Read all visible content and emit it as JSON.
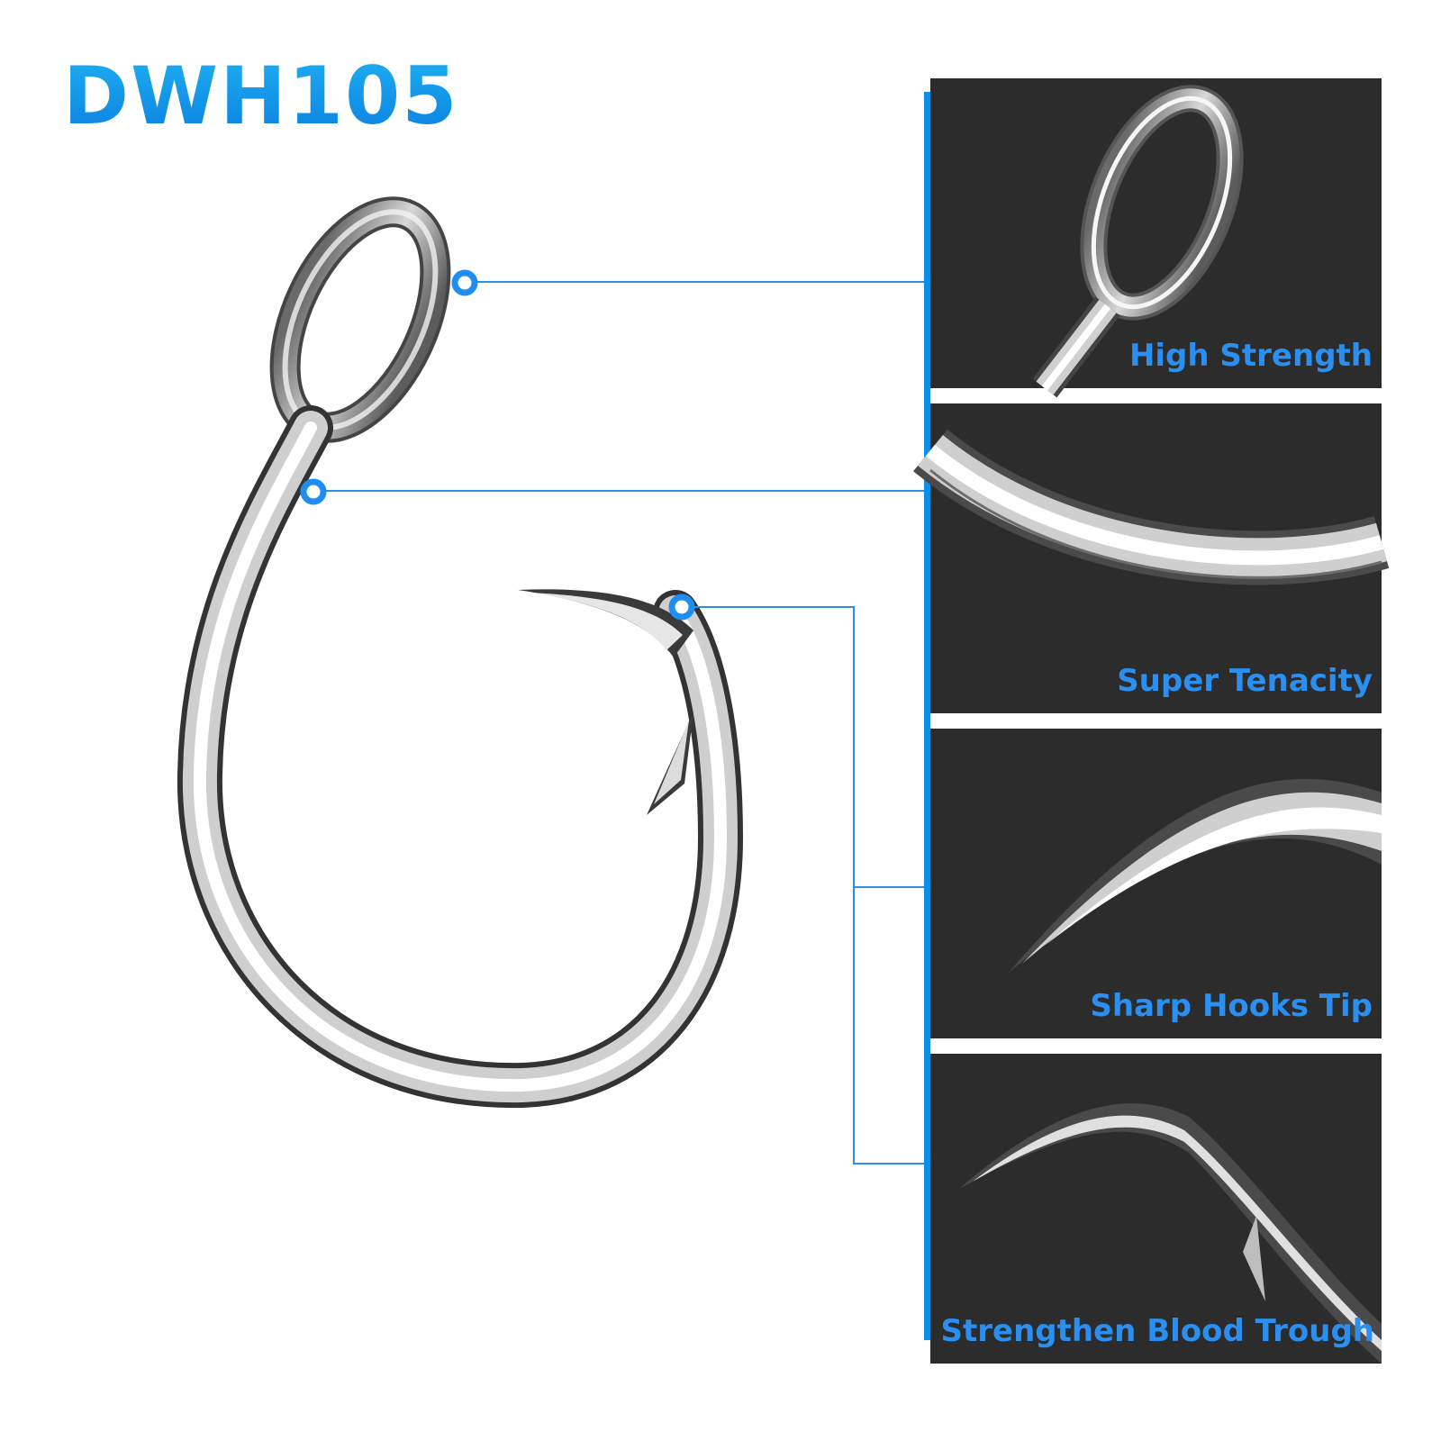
{
  "product": {
    "model": "DWH105"
  },
  "features": [
    {
      "label": "High Strength"
    },
    {
      "label": "Super Tenacity"
    },
    {
      "label": "Sharp Hooks Tip"
    },
    {
      "label": "Strengthen Blood Trough"
    }
  ],
  "colors": {
    "accent": "#0d8ee8",
    "panel_background": "#2c2c2c",
    "page_background": "#ffffff",
    "label_text": "#2a8ff0"
  },
  "icons": {
    "callout_marker": "ring-marker-icon",
    "main_image": "circle-fishing-hook-icon"
  }
}
